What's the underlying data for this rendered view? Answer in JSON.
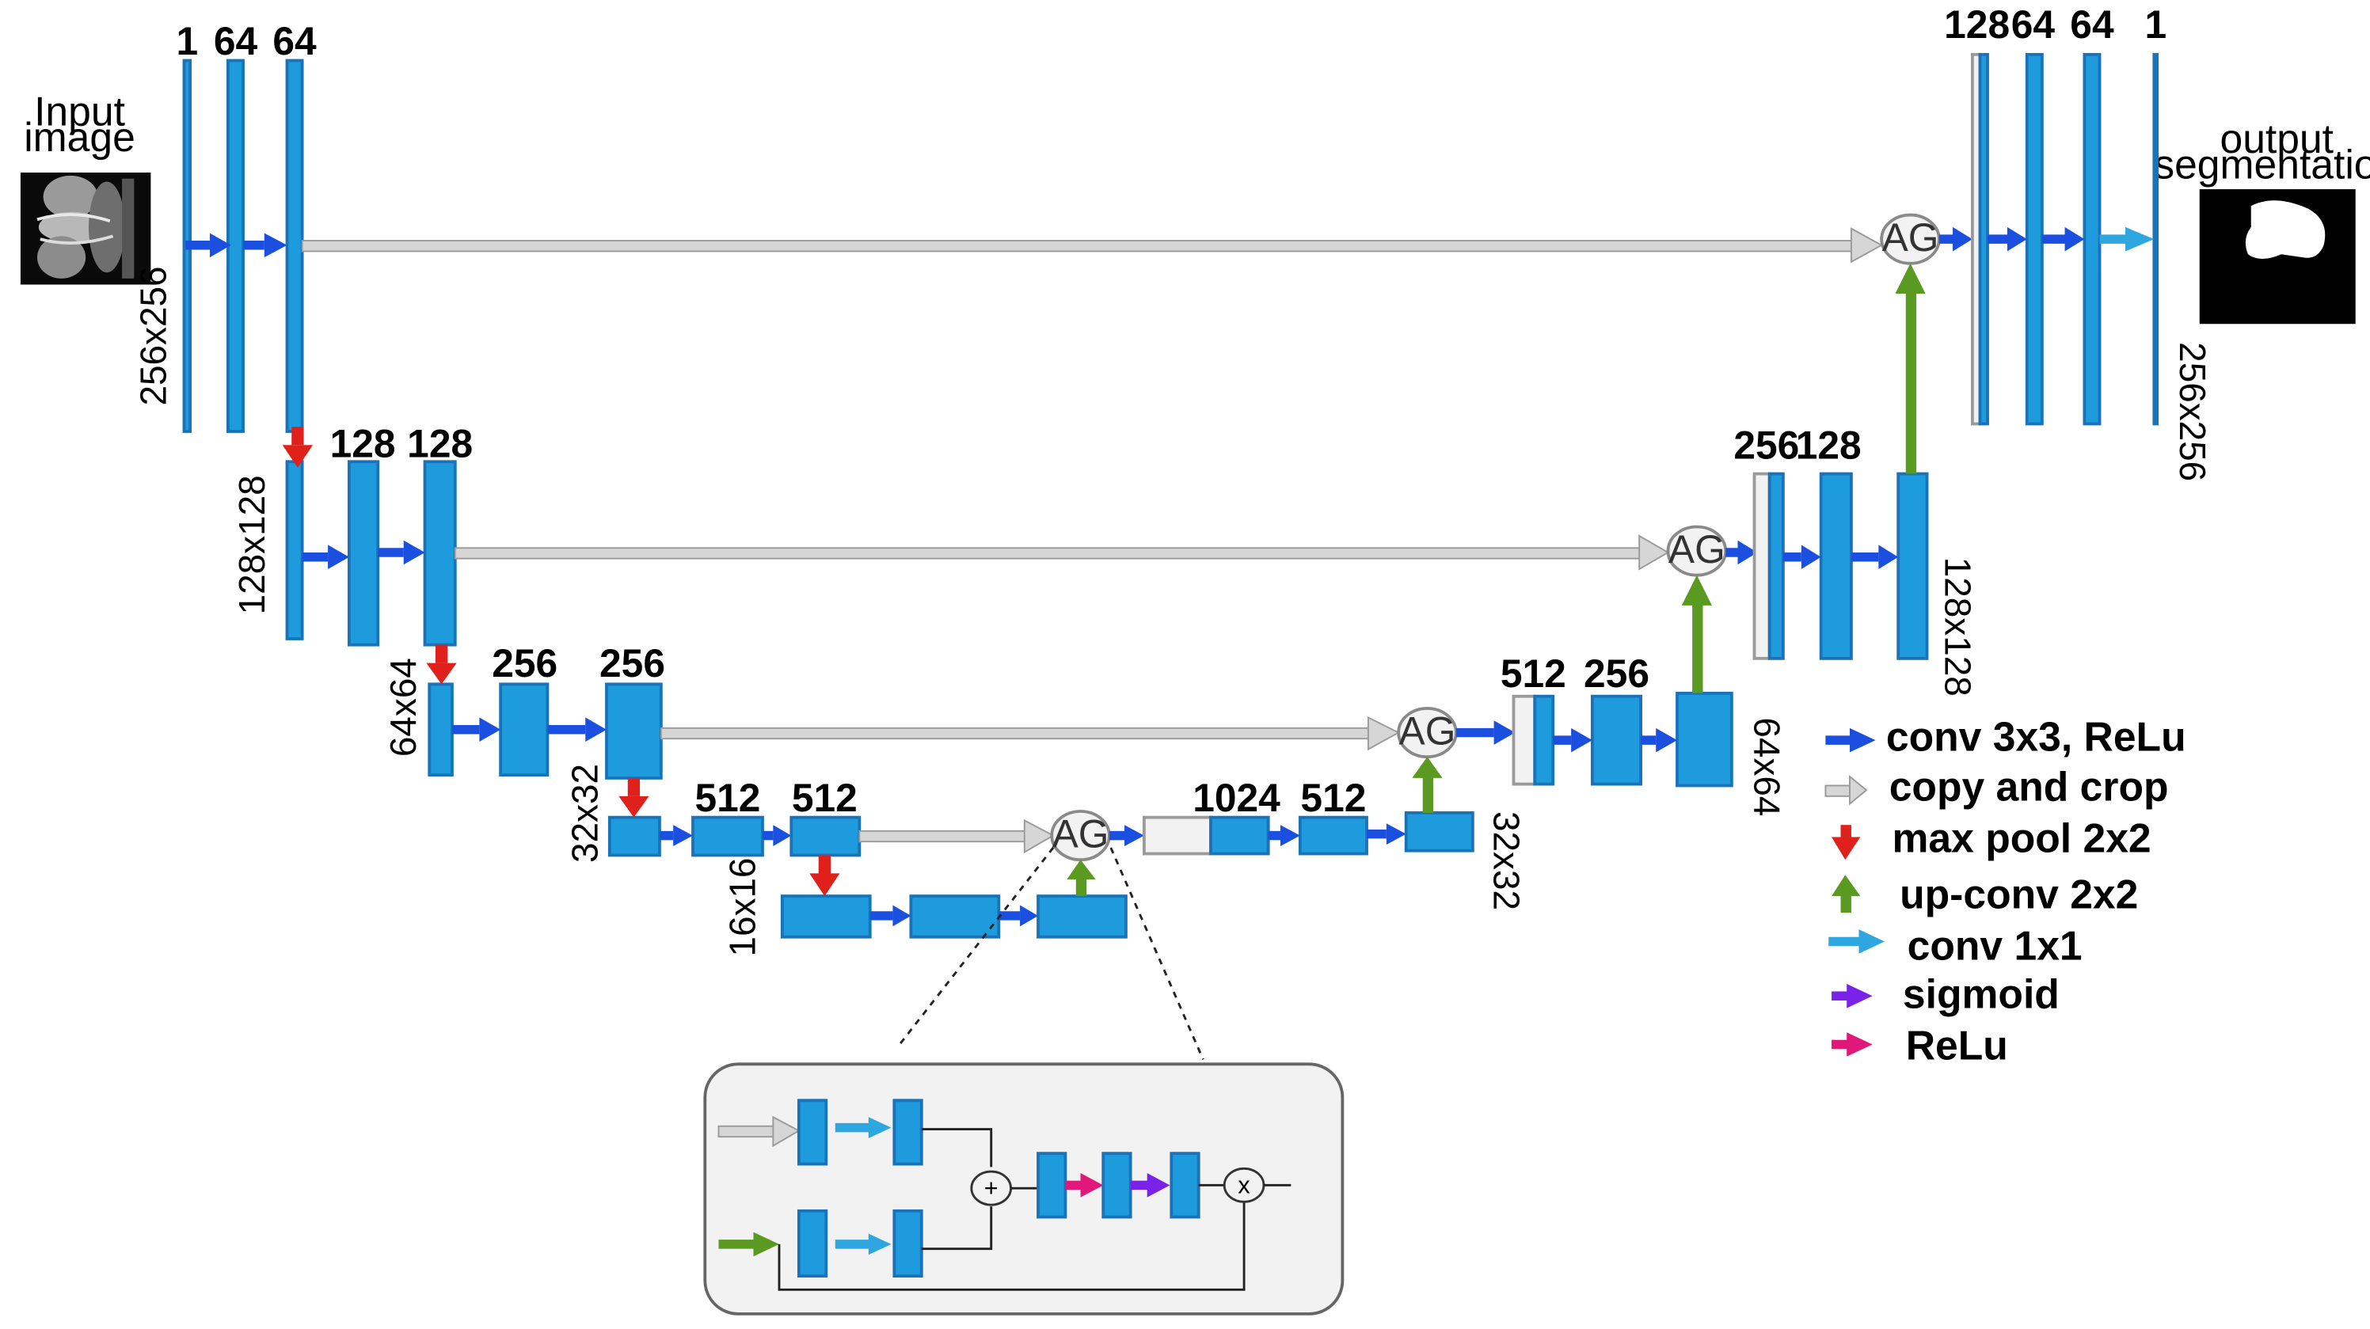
{
  "titles": {
    "input": [
      "Input",
      "image"
    ],
    "output": [
      "output",
      "segmentation"
    ]
  },
  "channels": {
    "l1_enc": [
      "1",
      "64",
      "64"
    ],
    "l2_enc": [
      "128",
      "128"
    ],
    "l3_enc": [
      "256",
      "256"
    ],
    "l4_enc": [
      "512",
      "512"
    ],
    "l4_dec": [
      "1024",
      "512"
    ],
    "l3_dec": [
      "512",
      "256"
    ],
    "l2_dec": [
      "256",
      "128"
    ],
    "l1_dec": [
      "128",
      "64",
      "64",
      "1"
    ]
  },
  "dims": {
    "d256_left": "256x256",
    "d128_left": "128x128",
    "d64_left": "64x64",
    "d32_left": "32x32",
    "d16": "16x16",
    "d32_right": "32x32",
    "d64_right": "64x64",
    "d128_right": "128x128",
    "d256_right": "256x256"
  },
  "ag_label": "AG",
  "gate_symbols": {
    "plus": "+",
    "times": "x"
  },
  "legend": [
    {
      "label": "conv 3x3, ReLu",
      "color": "#1a4fe0",
      "type": "right"
    },
    {
      "label": "copy and crop",
      "color": "#d0d0d0",
      "type": "right-outline"
    },
    {
      "label": "max pool 2x2",
      "color": "#e0201a",
      "type": "down"
    },
    {
      "label": "up-conv 2x2",
      "color": "#5a9a20",
      "type": "up"
    },
    {
      "label": "conv 1x1",
      "color": "#2ea6e0",
      "type": "right"
    },
    {
      "label": "sigmoid",
      "color": "#7a22e8",
      "type": "right"
    },
    {
      "label": "ReLu",
      "color": "#e0187a",
      "type": "right"
    }
  ],
  "colors": {
    "block": "#1e9bdc",
    "conv": "#1a4fe0",
    "copy": "#d0d0d0",
    "pool": "#e0201a",
    "upconv": "#5a9a20",
    "conv1x1": "#2ea6e0",
    "sigmoid": "#7a22e8",
    "relu": "#e0187a"
  }
}
